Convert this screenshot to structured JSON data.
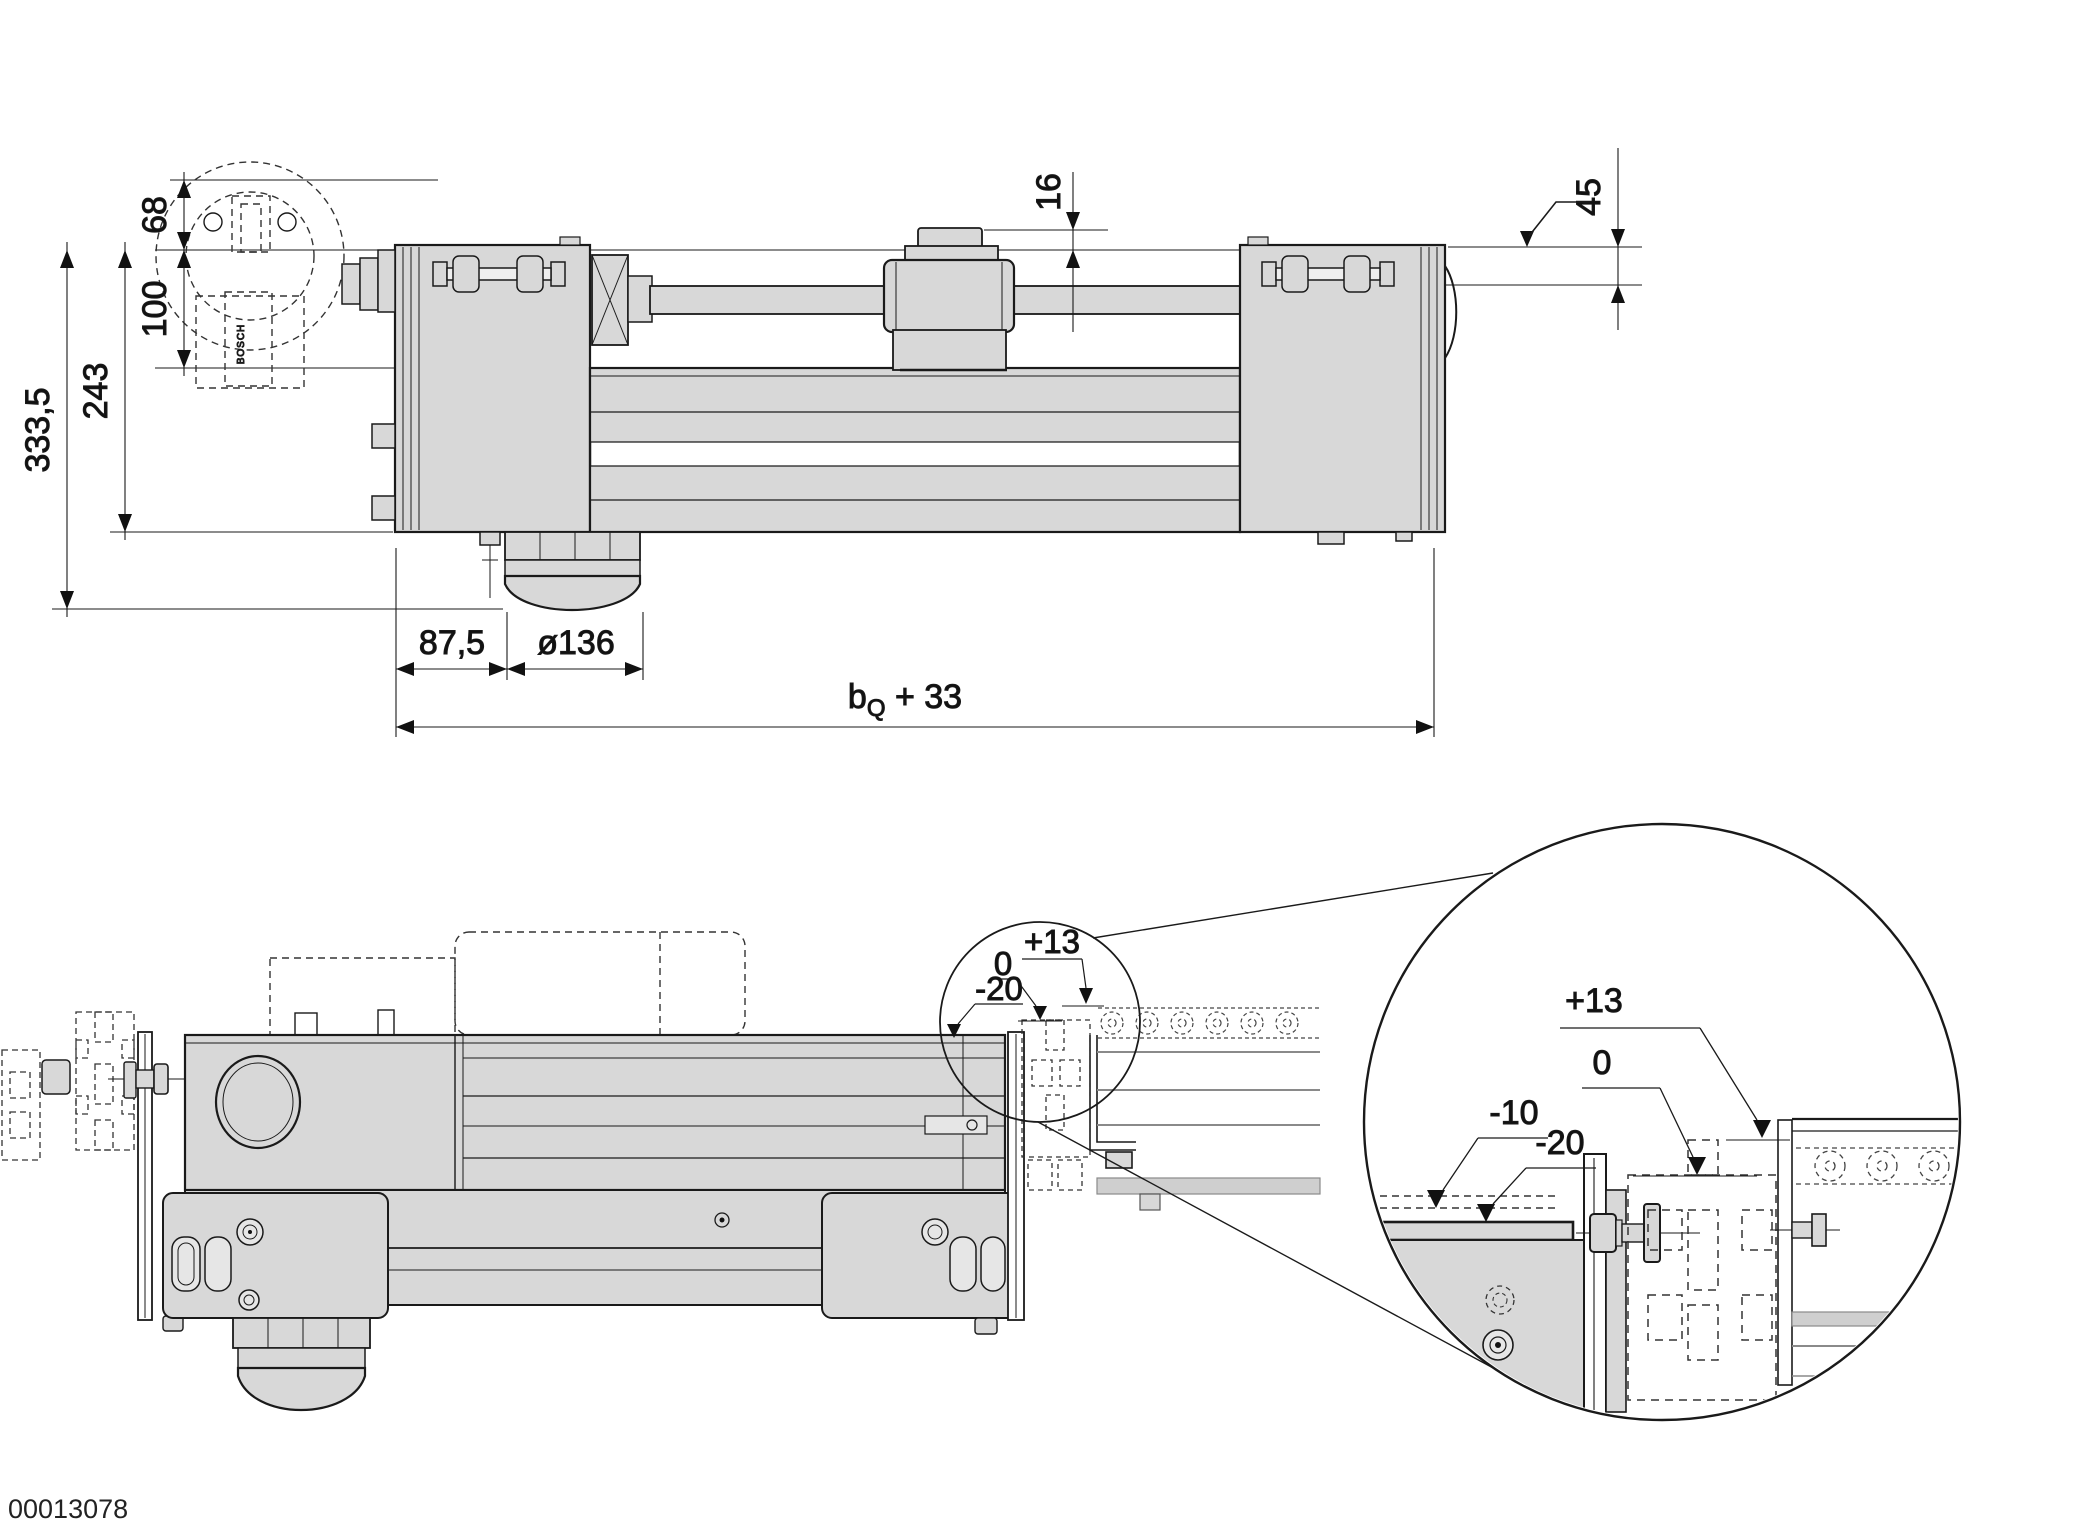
{
  "drawing_id": "00013078",
  "colors": {
    "part_fill": "#d8d8d8",
    "line": "#1a1a1a",
    "phantom": "#8a8a8a"
  },
  "top_view": {
    "motor_brand_label": "BOSCH",
    "dims": {
      "motor_top_to_ref": "68",
      "ref_to_body_top": "100",
      "ref_to_body_bottom": "243",
      "overall_height": "333,5",
      "carriage_protrusion": "16",
      "head_top_height": "45",
      "drive_to_pulley": "87,5",
      "pulley_diameter": "ø136",
      "overall_length_base": "b",
      "overall_length_sub": "Q",
      "overall_length_rest": " + 33"
    }
  },
  "detail_small": {
    "labels": {
      "plus13": "+13",
      "zero": "0",
      "minus20": "-20"
    }
  },
  "detail_large": {
    "labels": {
      "plus13": "+13",
      "zero": "0",
      "minus10": "-10",
      "minus20": "-20"
    }
  }
}
